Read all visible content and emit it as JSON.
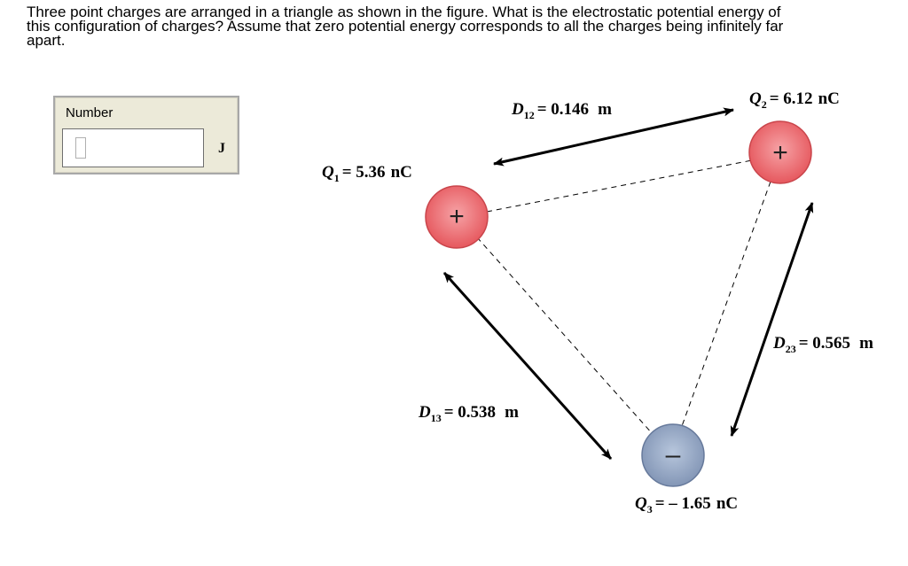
{
  "question": {
    "text": "Three point charges are arranged in a triangle as shown in the figure. What is the electrostatic potential energy of this configuration of charges? Assume that zero potential energy corresponds to all the charges being infinitely far apart."
  },
  "answer": {
    "label": "Number",
    "value": "",
    "unit": "J"
  },
  "figure": {
    "charges": [
      {
        "symbol": "Q",
        "subscript": "1",
        "value": "= 5.36",
        "unit": "nC",
        "sign": "+",
        "color": "#ec6b70"
      },
      {
        "symbol": "Q",
        "subscript": "2",
        "value": "= 6.12",
        "unit": "nC",
        "sign": "+",
        "color": "#ec6b70"
      },
      {
        "symbol": "Q",
        "subscript": "3",
        "value": "= – 1.65",
        "unit": "nC",
        "sign": "–",
        "color": "#94a8c6"
      }
    ],
    "distances": [
      {
        "symbol": "D",
        "subscript": "12",
        "value": "= 0.146",
        "unit": "m"
      },
      {
        "symbol": "D",
        "subscript": "13",
        "value": "= 0.538",
        "unit": "m"
      },
      {
        "symbol": "D",
        "subscript": "23",
        "value": "= 0.565",
        "unit": "m"
      }
    ]
  }
}
